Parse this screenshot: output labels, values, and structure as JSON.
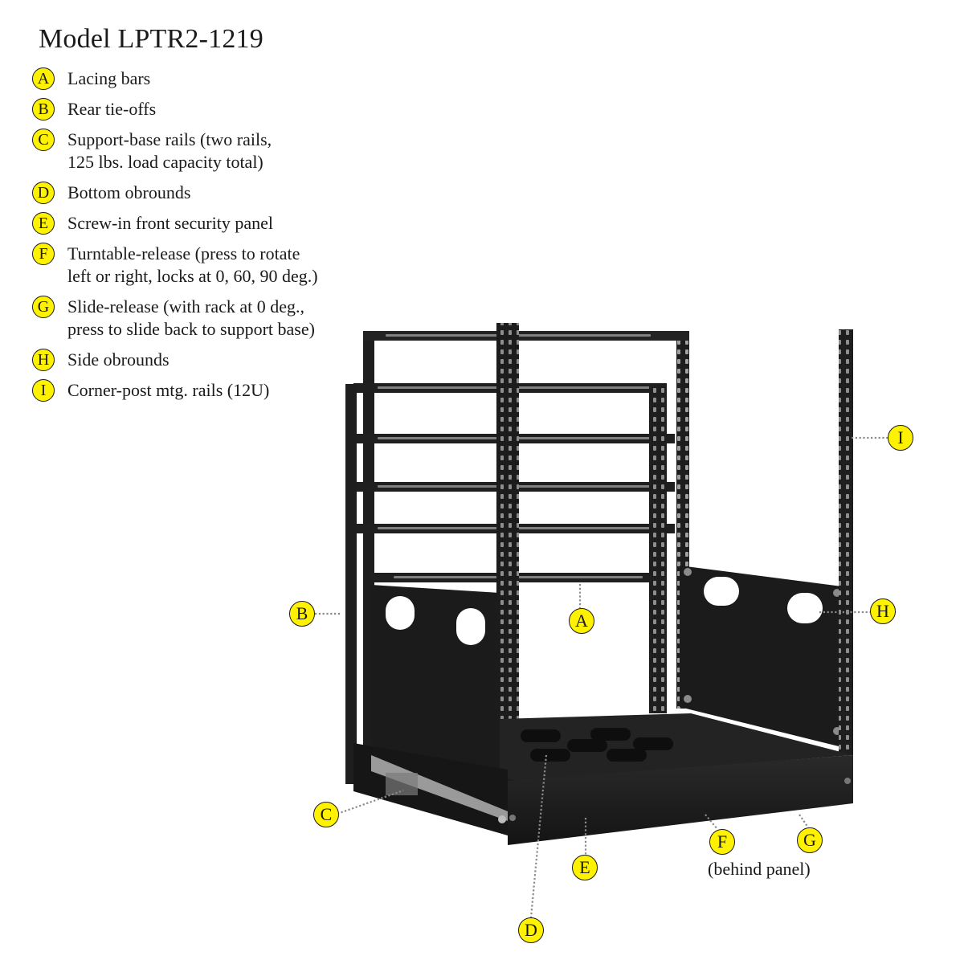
{
  "title": "Model LPTR2-1219",
  "legend": [
    {
      "letter": "A",
      "lines": [
        "Lacing bars"
      ]
    },
    {
      "letter": "B",
      "lines": [
        "Rear tie-offs"
      ]
    },
    {
      "letter": "C",
      "lines": [
        "Support-base rails (two rails,",
        "125 lbs. load capacity total)"
      ]
    },
    {
      "letter": "D",
      "lines": [
        "Bottom obrounds"
      ]
    },
    {
      "letter": "E",
      "lines": [
        "Screw-in front security panel"
      ]
    },
    {
      "letter": "F",
      "lines": [
        "Turntable-release (press to rotate",
        "left or right, locks at 0, 60, 90 deg.)"
      ]
    },
    {
      "letter": "G",
      "lines": [
        "Slide-release (with rack at 0 deg.,",
        "press to slide back to support base)"
      ]
    },
    {
      "letter": "H",
      "lines": [
        "Side obrounds"
      ]
    },
    {
      "letter": "I",
      "lines": [
        "Corner-post mtg. rails (12U)"
      ]
    }
  ],
  "callouts": {
    "a": "A",
    "b": "B",
    "c": "C",
    "d": "D",
    "e": "E",
    "f": "F",
    "g": "G",
    "h": "H",
    "i": "I"
  },
  "note": "(behind panel)",
  "colors": {
    "badge_fill": "#fff200",
    "rack_metal": "#1e1e1e",
    "leader_line": "#8a8a8a"
  }
}
